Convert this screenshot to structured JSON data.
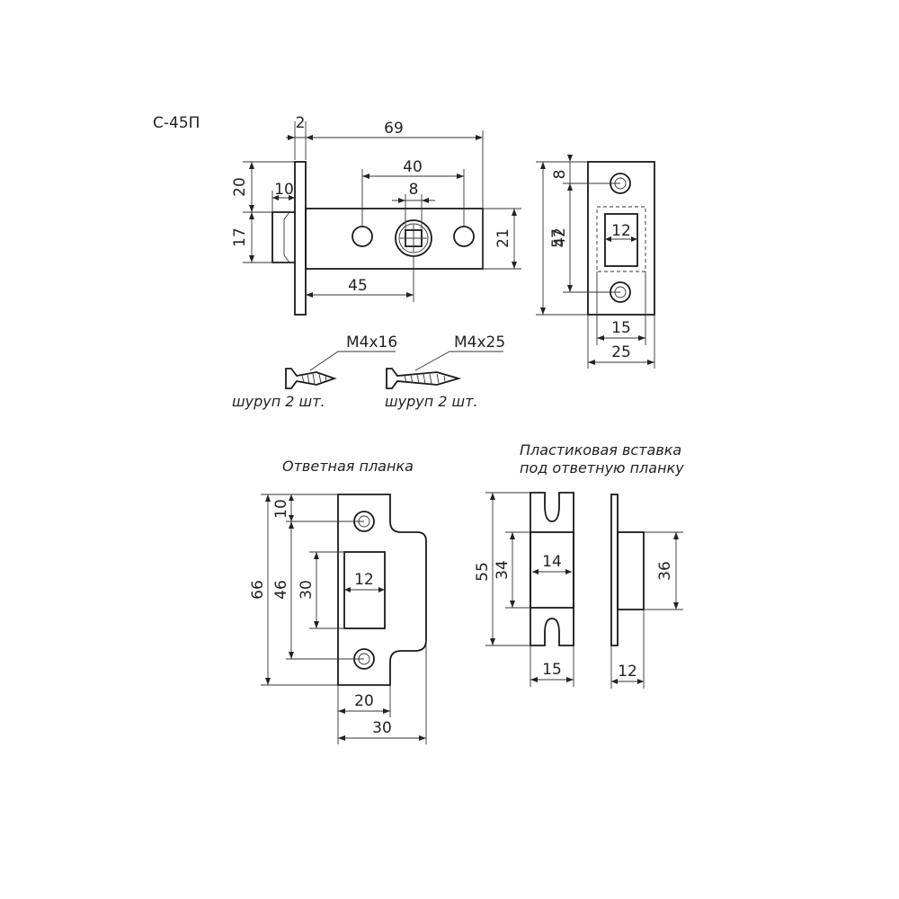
{
  "model": "С-45П",
  "latch": {
    "dims": {
      "plate_thickness": "2",
      "overall_length": "69",
      "hole_spacing": "40",
      "square_size": "8",
      "tongue_depth": "10",
      "faceplate_offset": "20",
      "tongue_height": "17",
      "body_height": "21",
      "backset": "45"
    }
  },
  "faceplate": {
    "dims": {
      "hole_offset": "8",
      "hole_spacing": "42",
      "plate_height": "57",
      "slot_width": "12",
      "slot_outer_width": "15",
      "plate_width": "25"
    }
  },
  "screws": [
    {
      "size": "M4x16",
      "caption": "шуруп 2 шт."
    },
    {
      "size": "M4x25",
      "caption": "шуруп 2 шт."
    }
  ],
  "strike": {
    "title": "Ответная планка",
    "dims": {
      "hole_offset": "10",
      "height": "66",
      "hole_spacing": "46",
      "slot_height": "30",
      "slot_width": "12",
      "plate_width": "20",
      "overall_width": "30"
    }
  },
  "insert": {
    "title_line1": "Пластиковая вставка",
    "title_line2": "под ответную планку",
    "dims": {
      "height": "55",
      "box_height": "34",
      "box_width": "14",
      "width": "15",
      "side_height": "36",
      "side_depth": "12"
    }
  }
}
